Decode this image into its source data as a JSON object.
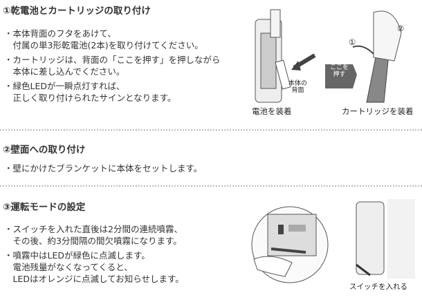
{
  "sections": [
    {
      "title": "①乾電池とカートリッジの取り付け",
      "bullets": [
        "・本体背面のフタをあけて、\n　付属の単3形乾電池(2本)を取り付けてください。",
        "・カートリッジは、背面の「ここを押す」を押しながら\n　本体に差し込んでください。",
        "・緑色LEDが一瞬点灯すれば、\n　正しく取り付けられたサインとなります。"
      ],
      "figures": {
        "battery_caption": "電池を装着",
        "back_label": "本体の\n背面",
        "cartridge_caption": "カートリッジを装着",
        "push_label": "ここを\n押す",
        "step1": "①",
        "step2": "②"
      }
    },
    {
      "title": "②壁面への取り付け",
      "bullets": [
        "・壁にかけたブランケットに本体をセットします。"
      ]
    },
    {
      "title": "③運転モードの設定",
      "bullets": [
        "・スイッチを入れた直後は2分間の連続噴霧、\n　その後、約3分間隔の間欠噴霧になります。",
        "・噴霧中はLEDが緑色に点滅します。\n　電池残量がなくなってくると、\n　LEDはオレンジに点滅してお知らせします。"
      ],
      "figures": {
        "switch_caption": "スイッチを入れる"
      }
    }
  ]
}
